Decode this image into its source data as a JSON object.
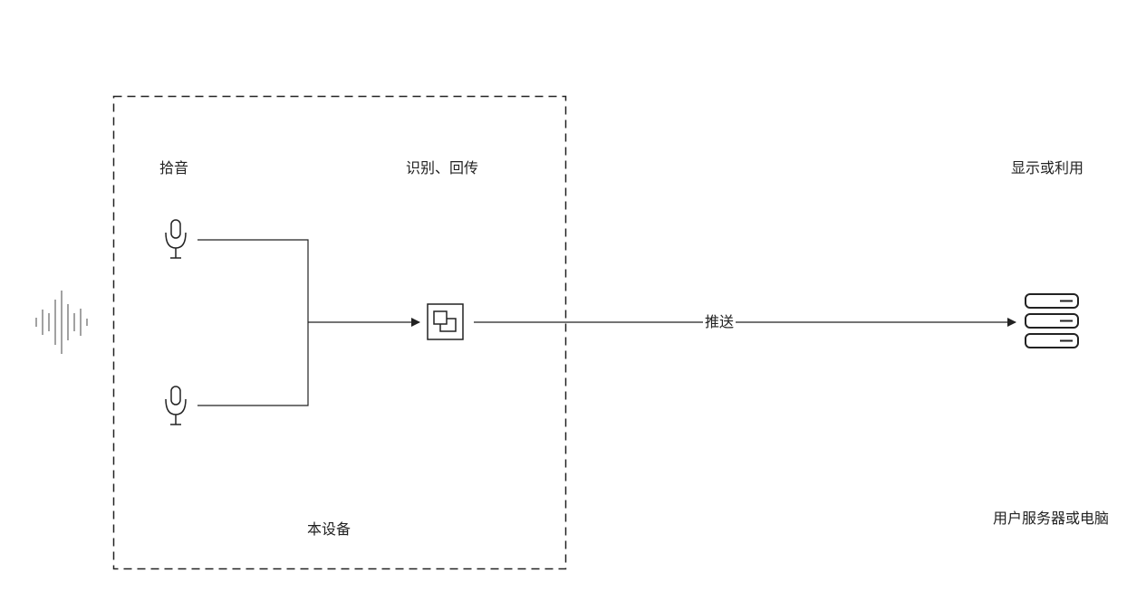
{
  "diagram": {
    "labels": {
      "pickup": "拾音",
      "recognize": "识别、回传",
      "display": "显示或利用",
      "device": "本设备",
      "server": "用户服务器或电脑",
      "push": "推送"
    },
    "icons": {
      "sound": "sound-wave-icon",
      "mic": "microphone-icon",
      "processor": "processor-icon",
      "server": "server-stack-icon"
    },
    "colors": {
      "stroke": "#222222",
      "background": "#ffffff"
    }
  }
}
